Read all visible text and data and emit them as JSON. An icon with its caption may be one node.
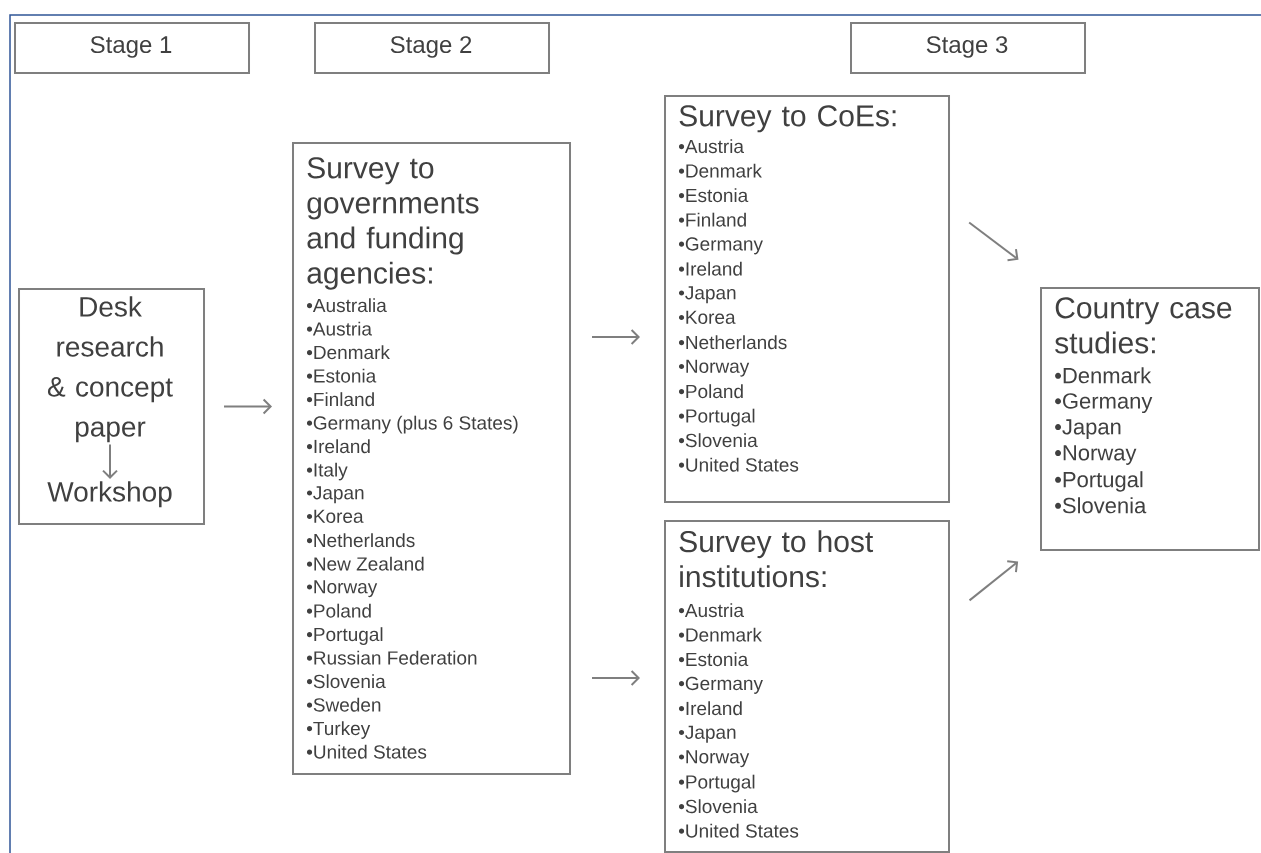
{
  "diagram": {
    "nodes": [
      {
        "text": [
          "Stage 1"
        ]
      },
      {
        "text": [
          "Stage 2"
        ]
      },
      {
        "text": [
          "Stage 3"
        ]
      },
      {
        "text": [],
        "shape": "box"
      },
      {
        "text": [
          "Desk research & concept paper"
        ],
        "in": 3
      },
      {
        "text": [
          "Workshop"
        ],
        "in": 3
      },
      {
        "text": [
          "Survey to governments and funding agencies:",
          "•Australia",
          "•Austria",
          "•Denmark",
          "•Estonia",
          "•Finland",
          "•Germany (plus 6 States)",
          "•Ireland",
          "•Italy",
          "•Japan",
          "•Korea",
          "•Netherlands",
          "•New Zealand",
          "•Norway",
          "•Poland",
          "•Portugal",
          "•Russian Federation",
          "•Slovenia",
          "•Sweden",
          "•Turkey",
          "•United States"
        ]
      },
      {
        "text": [
          "Survey to CoEs:",
          "•Austria",
          "•Denmark",
          "•Estonia",
          "•Finland",
          "•Germany",
          "•Ireland",
          "•Japan",
          "•Korea",
          "•Netherlands",
          "•Norway",
          "•Poland",
          "•Portugal",
          "•Slovenia",
          "•United States"
        ]
      },
      {
        "text": [
          "Survey to host institutions:",
          "•Austria",
          "•Denmark",
          "•Estonia",
          "•Germany",
          "•Ireland",
          "•Japan",
          "•Norway",
          "•Portugal",
          "•Slovenia",
          "•United States"
        ]
      },
      {
        "text": [
          "Country case studies:",
          "•Denmark",
          "•Germany",
          "•Japan",
          "•Norway",
          "•Portugal",
          "•Slovenia"
        ]
      }
    ],
    "edges": [
      {
        "from": 4,
        "to": 5,
        "arrow": "to"
      },
      {
        "from": 3,
        "to": 6,
        "arrow": "to"
      },
      {
        "from": 6,
        "to": 7,
        "arrow": "to"
      },
      {
        "from": 6,
        "to": 8,
        "arrow": "to"
      },
      {
        "from": 7,
        "to": 9,
        "arrow": "to"
      },
      {
        "from": 8,
        "to": 9,
        "arrow": "to"
      }
    ]
  }
}
